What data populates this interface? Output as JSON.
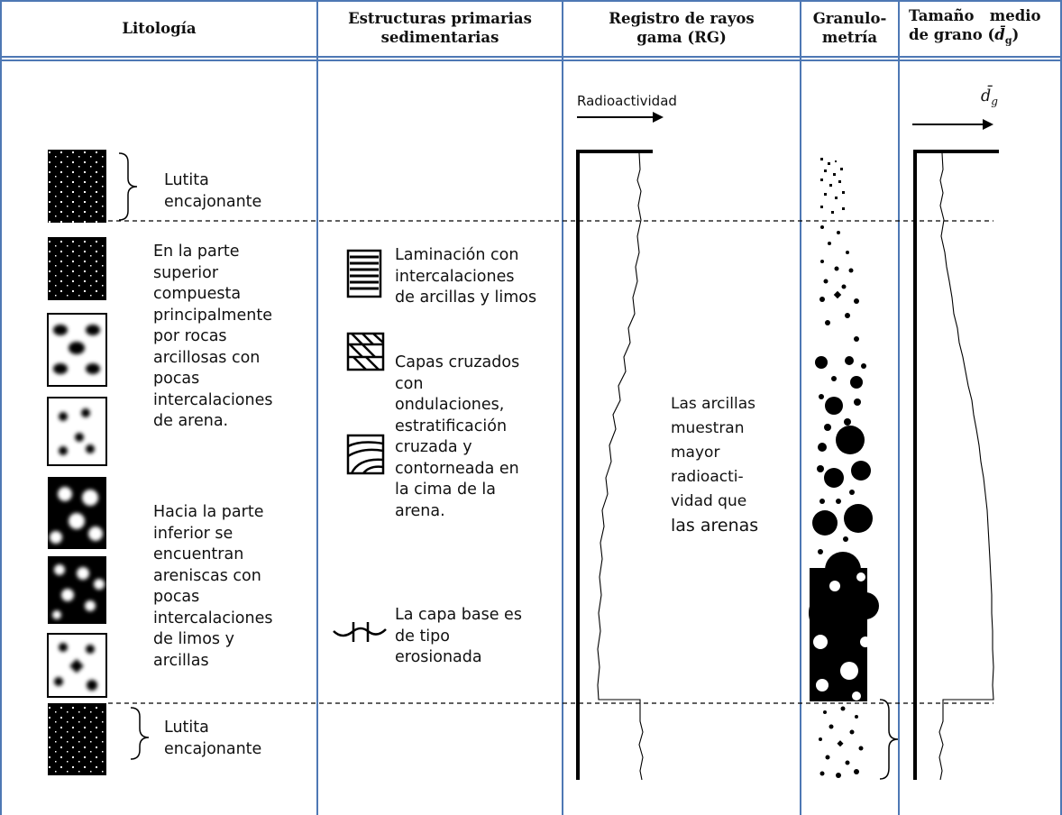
{
  "headers": {
    "litologia": [
      "Litología"
    ],
    "estructuras": [
      "Estructuras primarias",
      "sedimentarias"
    ],
    "registro": [
      "Registro de rayos",
      "gama (RG)"
    ],
    "granulometria": [
      "Granulo-",
      "metría"
    ],
    "tamano": [
      "Tamaño   medio",
      "de grano ("
    ],
    "tamano_symbol": "d̄",
    "tamano_sub": "g",
    "tamano_close": ")"
  },
  "litologia": {
    "lutita_top": [
      "Lutita",
      "encajonante"
    ],
    "description_upper": [
      "En la parte",
      "superior",
      "compuesta",
      "principalmente",
      "por rocas",
      "arcillosas con",
      "pocas",
      "intercalaciones",
      "de arena."
    ],
    "description_lower": [
      "Hacia la parte",
      "inferior se",
      "encuentran",
      "areniscas con",
      "pocas",
      "intercalaciones",
      "de limos y",
      "arcillas"
    ],
    "lutita_bottom": [
      "Lutita",
      "encajonante"
    ]
  },
  "estructuras": {
    "laminacion": [
      "Laminación con",
      "intercalaciones",
      "de arcillas y limos"
    ],
    "cruzados": [
      "Capas cruzados",
      "con",
      "ondulaciones,",
      "estratificación",
      "cruzada y",
      "contorneada en",
      "la cima de la",
      "arena."
    ],
    "base": [
      "La capa base es",
      "de tipo",
      "erosionada"
    ]
  },
  "registro": {
    "axis_label": "Radioactividad",
    "note": [
      "Las arcillas",
      "muestran",
      "mayor",
      "radioacti-",
      "vidad que",
      "las arenas"
    ]
  },
  "tamano": {
    "axis_label": "d̄",
    "axis_sub": "g"
  },
  "colors": {
    "grid": "#4e78b4",
    "ink": "#000000"
  }
}
